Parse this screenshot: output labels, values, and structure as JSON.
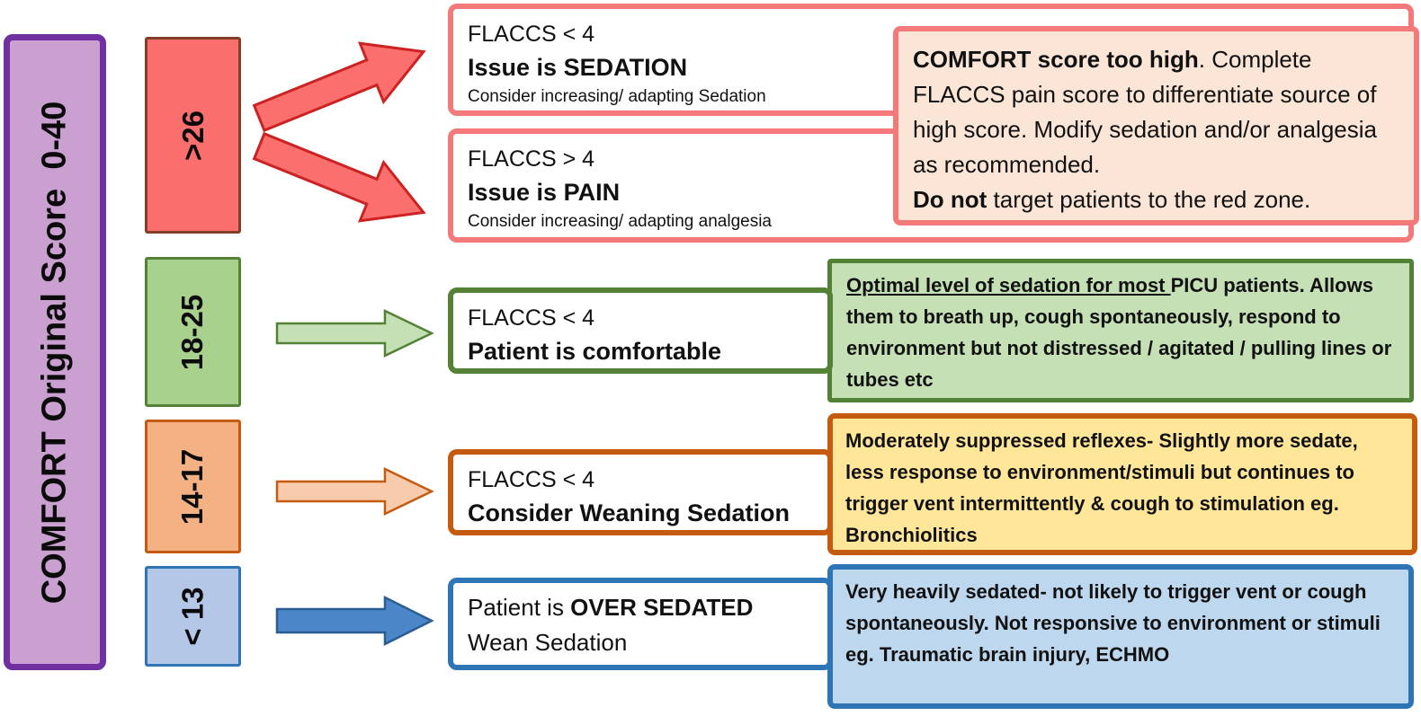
{
  "scale": {
    "title": "COMFORT Original Score  0-40"
  },
  "categories": [
    {
      "zone": "red",
      "label": ">26"
    },
    {
      "zone": "green",
      "label": "18-25"
    },
    {
      "zone": "orange",
      "label": "14-17"
    },
    {
      "zone": "blue",
      "label": "< 13"
    }
  ],
  "outcomes": {
    "sedation": {
      "line1": "FLACCS < 4",
      "line2": "Issue is SEDATION",
      "line3": "Consider increasing/ adapting Sedation"
    },
    "pain": {
      "line1": "FLACCS > 4",
      "line2": "Issue is PAIN",
      "line3": "Consider increasing/ adapting analgesia"
    },
    "comfortable": {
      "line1": "FLACCS < 4",
      "line2": "Patient is comfortable"
    },
    "weaning": {
      "line1": "FLACCS < 4",
      "line2": "Consider Weaning Sedation"
    },
    "oversedated": {
      "line1_prefix": "Patient is ",
      "line1_bold": "OVER SEDATED",
      "line2": "Wean Sedation"
    }
  },
  "info": {
    "red": {
      "bold1": "COMFORT score too high",
      "text1": ". Complete FLACCS pain score to differentiate source of high score. Modify sedation and/or analgesia as recommended.",
      "bold2": "Do not",
      "text2": " target patients to the red zone."
    },
    "green": {
      "underlined": "Optimal level of sedation for most ",
      "text": "PICU patients. Allows them to breath up, cough spontaneously, respond to environment but not distressed / agitated / pulling lines or tubes etc"
    },
    "yellow": {
      "text": "Moderately suppressed reflexes- Slightly more sedate, less response to environment/stimuli but continues to trigger vent intermittently & cough to stimulation eg. Bronchiolitics"
    },
    "blue": {
      "text": "Very heavily sedated- not likely to trigger vent or cough spontaneously. Not responsive to environment or stimuli eg. Traumatic brain injury, ECHMO"
    }
  },
  "icons": {
    "red_arrow_up": "arrow-up-right",
    "red_arrow_down": "arrow-down-right",
    "green_arrow": "arrow-right",
    "orange_arrow": "arrow-right",
    "blue_arrow": "arrow-right"
  },
  "palette": {
    "purple_fill": "#C9A0D0",
    "purple_border": "#7030A0",
    "red_fill": "#FB6E6E",
    "red_border": "#843E28",
    "green_fill": "#A9D18E",
    "green_border": "#538135",
    "orange_fill": "#F4B183",
    "orange_border": "#C55A11",
    "blue_fill": "#B4C7E7",
    "blue_border": "#2E75B6",
    "salmon_border": "#F4797B",
    "peach_fill": "#FBE5D6",
    "green_info_fill": "#C5E0B4",
    "yellow_info_fill": "#FFE699",
    "blue_info_fill": "#BDD7EE",
    "red_arrow_fill": "#FB6F6F",
    "red_arrow_stroke": "#CC2222",
    "green_arrow_fill": "#C5E0B4",
    "orange_arrow_fill": "#F8CBAD",
    "blue_arrow_fill": "#4A86C8",
    "blue_arrow_stroke": "#2A5D94"
  }
}
